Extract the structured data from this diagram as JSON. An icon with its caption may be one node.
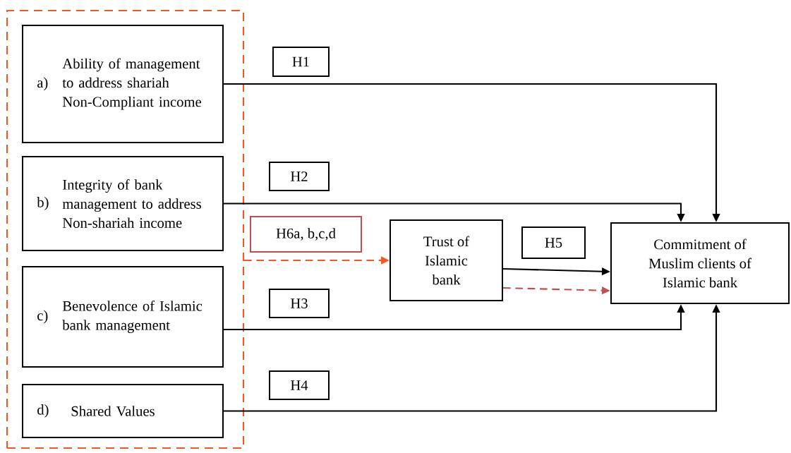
{
  "diagram": {
    "nodes": [
      {
        "text": [],
        "shape": "box"
      },
      {
        "text": [
          "a)",
          "Ability of management to address shariah Non-Compliant income"
        ],
        "in": 0
      },
      {
        "text": [
          "b)",
          "Integrity of bank management to address Non-shariah income"
        ],
        "in": 0
      },
      {
        "text": [
          "c)",
          "Benevolence of Islamic bank management"
        ],
        "in": 0
      },
      {
        "text": [
          "d)",
          "Shared Values"
        ],
        "in": 0
      },
      {
        "text": [
          "Trust of Islamic bank"
        ]
      },
      {
        "text": [
          "Commitment of Muslim clients of Islamic bank"
        ]
      },
      {
        "text": [
          "H1"
        ]
      },
      {
        "text": [
          "H2"
        ]
      },
      {
        "text": [
          "H6a, b,c,d"
        ]
      },
      {
        "text": [
          "H3"
        ]
      },
      {
        "text": [
          "H4"
        ]
      },
      {
        "text": [
          "H5"
        ]
      }
    ],
    "edges": [
      {
        "from": 1,
        "to": 6,
        "arrow": "to"
      },
      {
        "from": 2,
        "to": 6,
        "arrow": "to"
      },
      {
        "from": 0,
        "to": 5,
        "arrow": "to",
        "style": "dashed",
        "color": "#f05a22"
      },
      {
        "from": 5,
        "to": 6,
        "arrow": "to"
      },
      {
        "from": 5,
        "to": 6,
        "arrow": "to",
        "style": "dashed",
        "color": "#c0504d"
      },
      {
        "from": 3,
        "to": 6,
        "arrow": "to"
      },
      {
        "from": 4,
        "to": 6,
        "arrow": "to"
      }
    ]
  }
}
